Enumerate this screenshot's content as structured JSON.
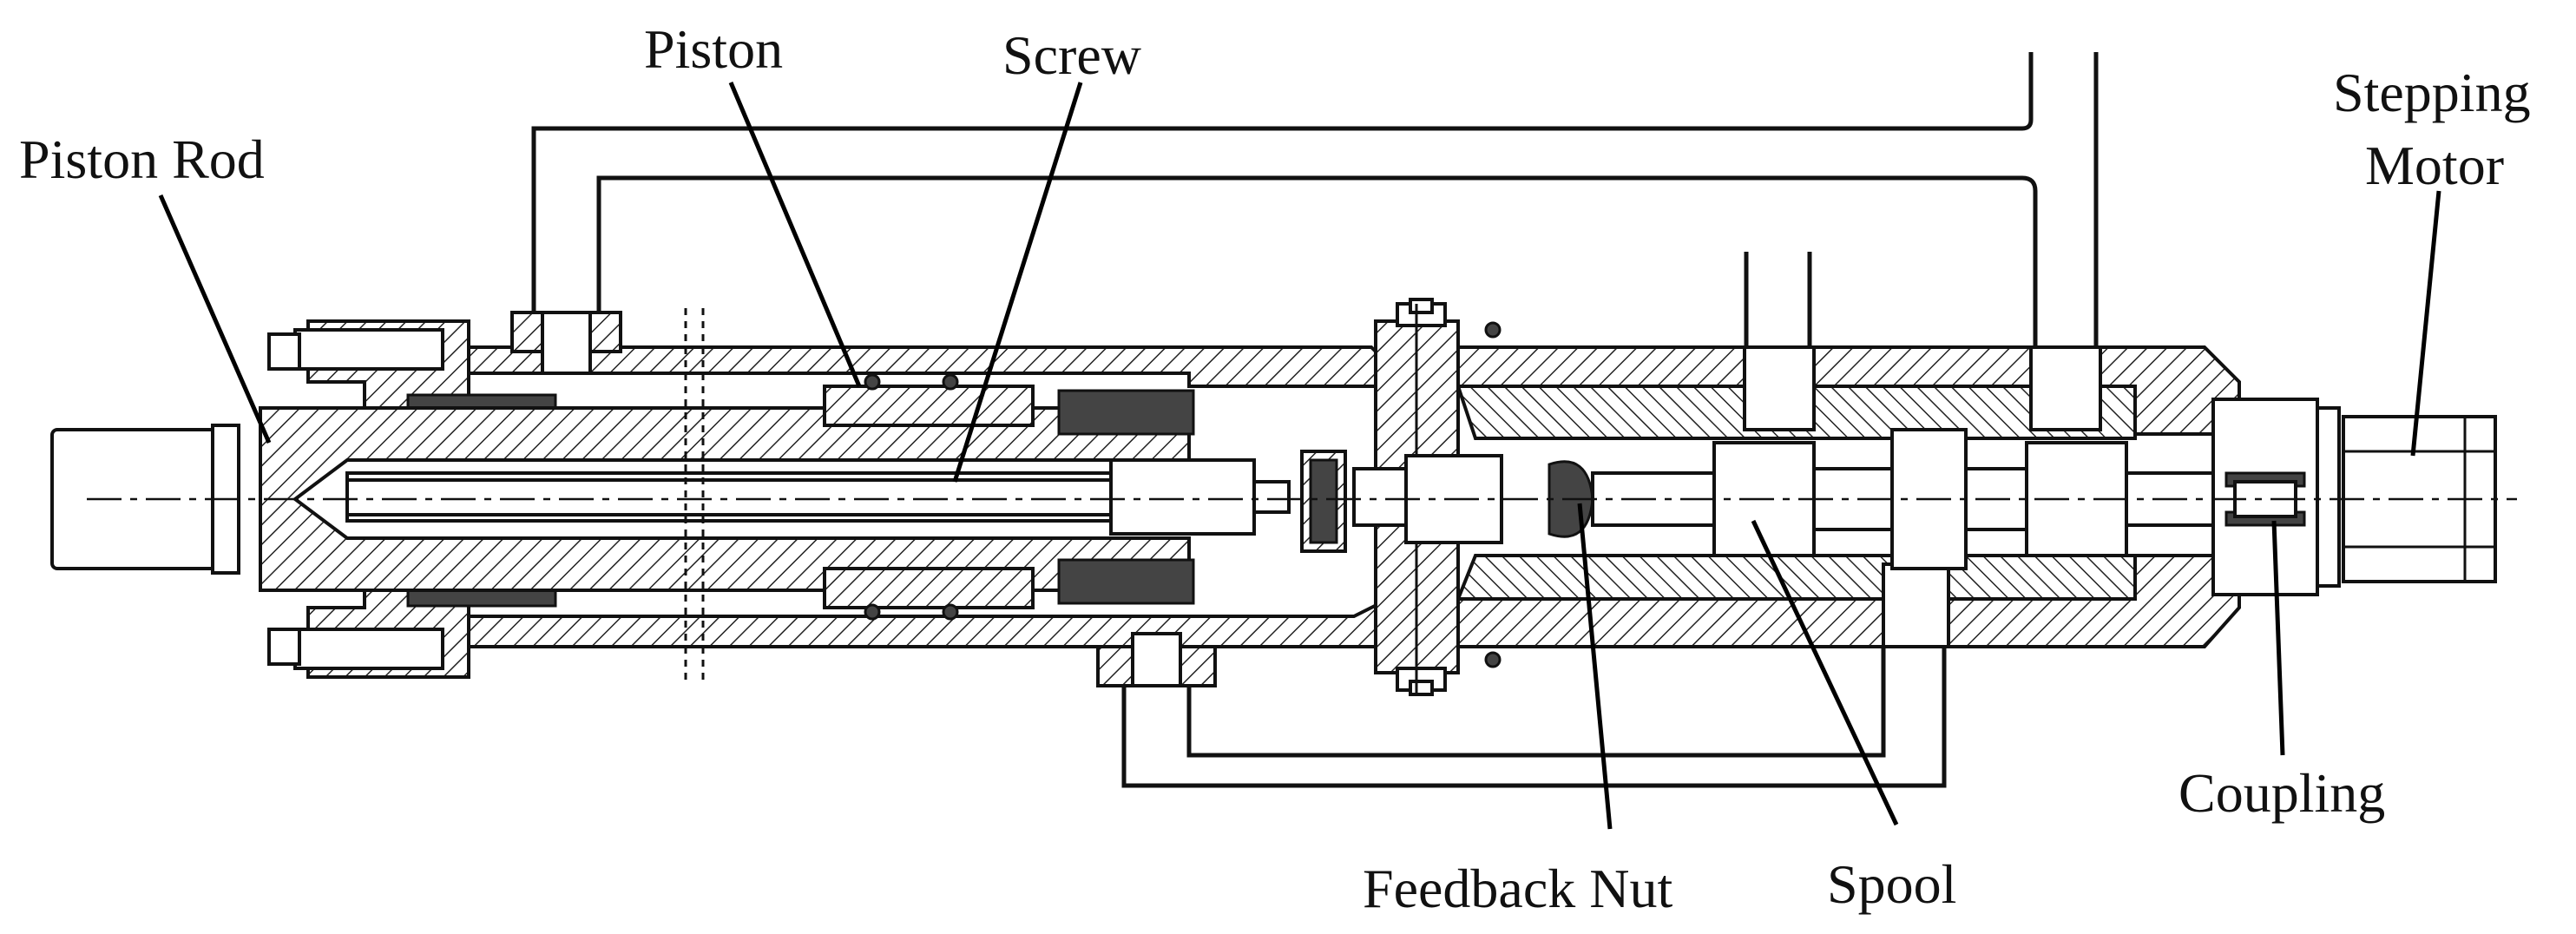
{
  "labels": {
    "piston_rod": "Piston Rod",
    "piston": "Piston",
    "screw": "Screw",
    "stepping_motor_line1": "Stepping",
    "stepping_motor_line2": "Motor",
    "coupling": "Coupling",
    "feedback_nut": "Feedback Nut",
    "spool": "Spool"
  }
}
